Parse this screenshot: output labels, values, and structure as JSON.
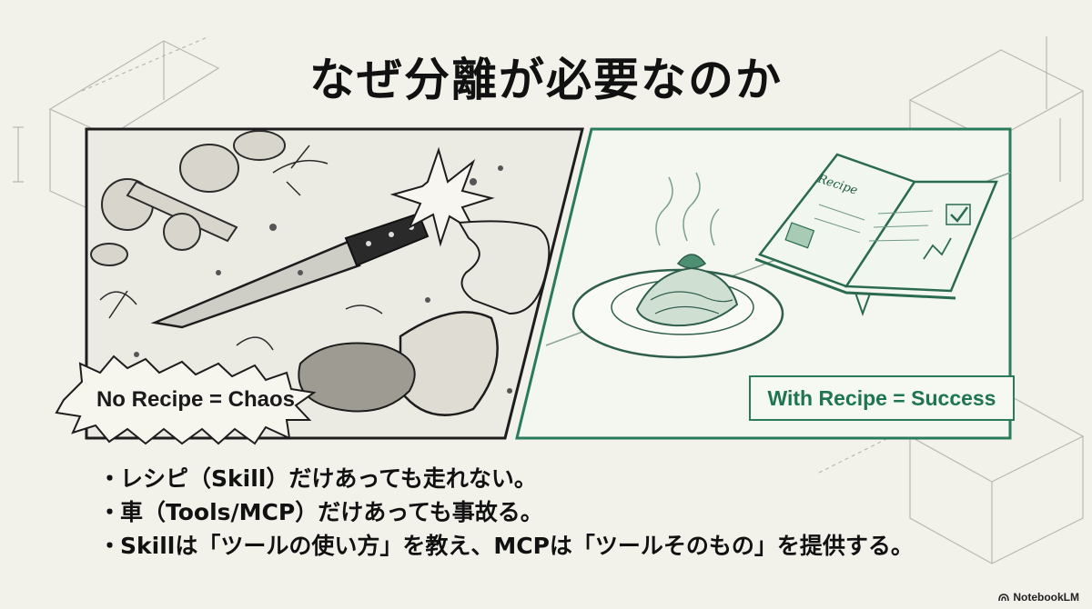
{
  "title": "なぜ分離が必要なのか",
  "left_panel": {
    "caption": "No Recipe = Chaos"
  },
  "right_panel": {
    "caption": "With Recipe = Success",
    "book_label": "Recipe"
  },
  "bullets": [
    "レシピ（Skill）だけあっても走れない。",
    "車（Tools/MCP）だけあっても事故る。",
    "Skillは「ツールの使い方」を教え、MCPは「ツールそのもの」を提供する。"
  ],
  "bullet_marker": "・",
  "brand": "NotebookLM",
  "colors": {
    "accent": "#2a7a5c",
    "background": "#f2f1ea",
    "ink": "#1b1b1b"
  }
}
